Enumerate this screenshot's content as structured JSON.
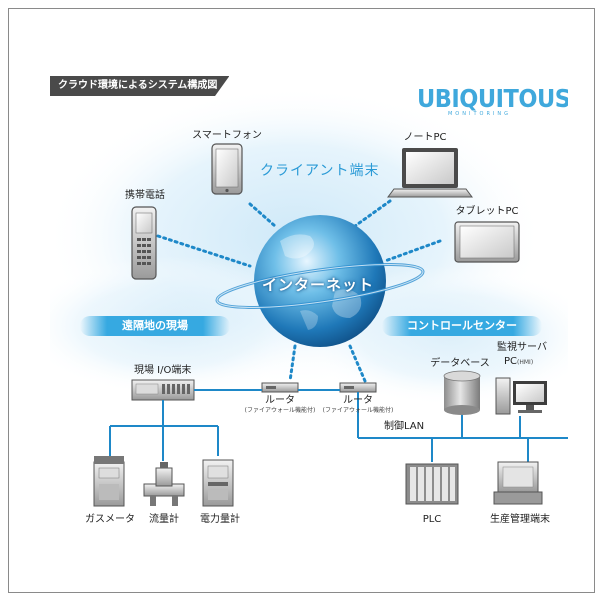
{
  "diagram": {
    "title": "クラウド環境によるシステム構成図",
    "logo": {
      "main": "UBIQUITOUS",
      "sub": "MONITORING"
    },
    "client_title": "クライアント端末",
    "internet_label": "インターネット",
    "clients": {
      "smartphone": "スマートフォン",
      "notebook": "ノートPC",
      "mobile": "携帯電話",
      "tablet": "タブレットPC"
    },
    "sections": {
      "remote_site": "遠隔地の現場",
      "control_center": "コントロールセンター"
    },
    "field_io": "現場 I/O端末",
    "routers": [
      {
        "label": "ルータ",
        "note": "(ファイアウォール機能付)"
      },
      {
        "label": "ルータ",
        "note": "(ファイアウォール機能付)"
      }
    ],
    "database": "データベース",
    "monitor_server": "監視サーバ",
    "monitor_server_sub": "PC",
    "monitor_server_hmi": "(HMI)",
    "control_lan": "制御LAN",
    "field_devices": [
      "ガスメータ",
      "流量計",
      "電力量計"
    ],
    "plc": "PLC",
    "production_terminal": "生産管理端末",
    "colors": {
      "accent": "#36a9e1",
      "line": "#1e88c8",
      "title_bg": "#4a4a4a"
    }
  }
}
